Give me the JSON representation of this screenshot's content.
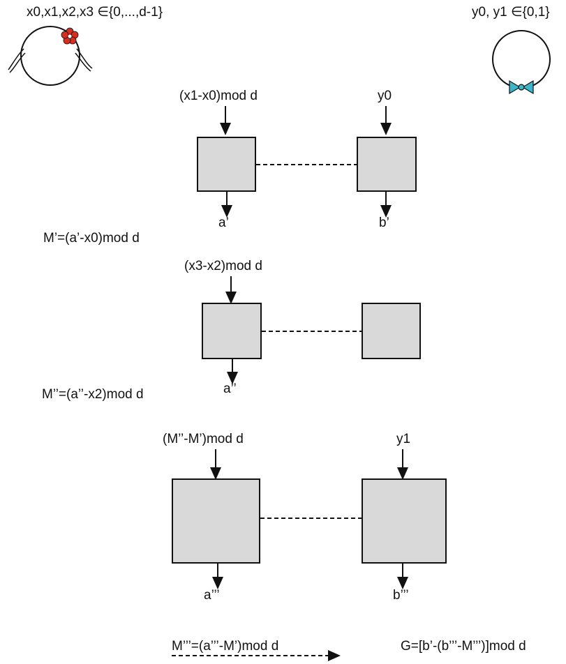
{
  "header": {
    "alice_vars": "x0,x1,x2,x3  ∈{0,...,d-1}",
    "bob_vars": "y0, y1 ∈{0,1}"
  },
  "round1": {
    "alice_input": "(x1-x0)mod d",
    "bob_input": "y0",
    "alice_output": "a’",
    "bob_output": "b’",
    "message": "M’=(a’-x0)mod d"
  },
  "round2": {
    "alice_input": "(x3-x2)mod d",
    "alice_output": "a’’",
    "message": "M’’=(a’’-x2)mod d"
  },
  "round3": {
    "alice_input": "(M’’-M’)mod d",
    "bob_input": "y1",
    "alice_output": "a’’’",
    "bob_output": "b’’’"
  },
  "footer": {
    "final_message": "M’’’=(a’’’-M’)mod d",
    "guess": "G=[b’-(b’’’-M’’’)]mod d"
  },
  "colors": {
    "box_fill": "#d9d9d9",
    "flower": "#d62e1f",
    "bowtie": "#3cb6c8"
  }
}
